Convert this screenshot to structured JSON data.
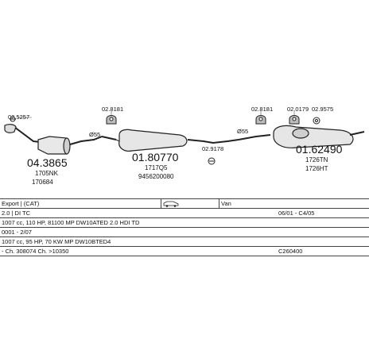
{
  "diagram": {
    "parts": [
      {
        "number": "04.3865",
        "codes": [
          "1705NK",
          "170684"
        ]
      },
      {
        "number": "01.80770",
        "codes": [
          "1717Q5",
          "9456200080"
        ]
      },
      {
        "number": "01.62490",
        "codes": [
          "1726TN",
          "1726HT"
        ]
      }
    ],
    "fittings": [
      "02.5257",
      "02.8181",
      "02.9178",
      "02.8181",
      "02.0179",
      "02.9575"
    ],
    "diameters": [
      "Ø55",
      "Ø55"
    ]
  },
  "table": {
    "row1": {
      "label": "Export | (CAT)",
      "model": "Van"
    },
    "row2": {
      "label": "2.0 | DI TC",
      "years": "06/01 - C4/05"
    },
    "row3": {
      "label": "1007 cc, 110 HP, 81100 MP DW10ATED   2.0 HDI TD"
    },
    "row4": {
      "label": "0001 - 2/07"
    },
    "row5": {
      "label": "1007 cc, 95 HP, 70 KW MP DW10BTED4"
    },
    "row6": {
      "label": "- Ch. 308074  Ch. >10350",
      "ref": "C260400"
    }
  }
}
